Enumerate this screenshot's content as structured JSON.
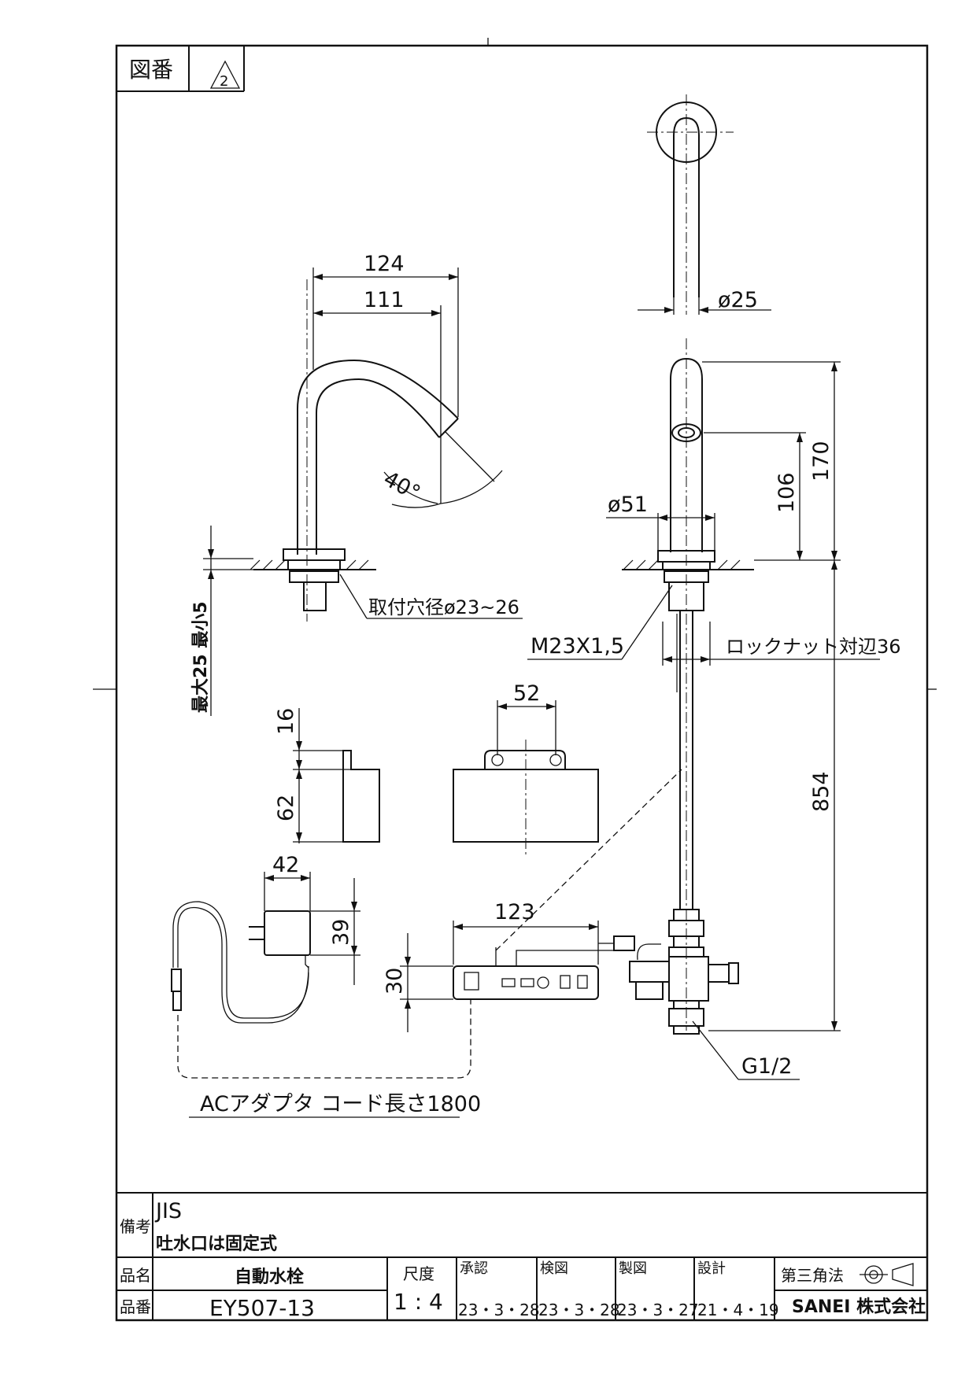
{
  "drawing_label": "図番",
  "revision": "2",
  "dimensions": {
    "spout_reach_outer": "124",
    "spout_reach_inner": "111",
    "spout_angle": "40°",
    "body_diameter": "ø25",
    "base_diameter": "ø51",
    "height_total": "170",
    "height_outlet": "106",
    "pipe_length": "854",
    "thread": "M23X1,5",
    "locknut": "ロックナット対辺36",
    "mount_hole": "取付穴径ø23~26",
    "counter_thickness": "最大25  最小5",
    "sensor_top": "16",
    "sensor_height": "62",
    "sensor_hole_pitch": "52",
    "control_box_width": "123",
    "control_box_height": "30",
    "adapter_width": "42",
    "adapter_height": "39",
    "connection": "G1/2",
    "adapter_note": "ACアダプタ  コード長さ1800"
  },
  "title_block": {
    "remarks_label": "備考",
    "remarks_line1": "JIS",
    "remarks_line2": "吐水口は固定式",
    "name_label": "品名",
    "name_value": "自動水栓",
    "number_label": "品番",
    "number_value": "EY507-13",
    "scale_label": "尺度",
    "scale_value": "1 : 4",
    "approved_label": "承認",
    "approved_date": "23・3・28",
    "checked_label": "検図",
    "checked_date": "23・3・28",
    "drawn_label": "製図",
    "drawn_date": "23・3・27",
    "designed_label": "設計",
    "designed_date": "21・4・19",
    "projection_label": "第三角法",
    "company": "SANEI 株式会社"
  }
}
